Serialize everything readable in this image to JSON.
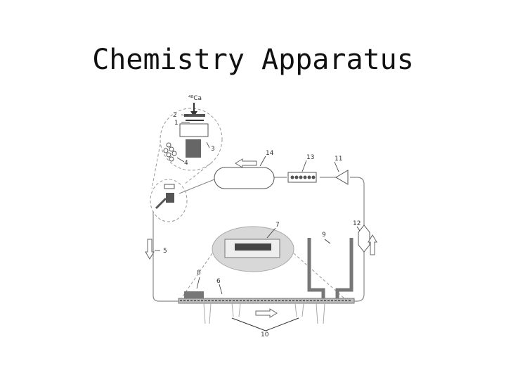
{
  "slide": {
    "title": "Chemistry Apparatus"
  },
  "diagram": {
    "labels": {
      "ca48": "⁴⁸Ca",
      "n1": "1",
      "n2": "2",
      "n3": "3",
      "n4": "4",
      "n5": "5",
      "n6": "6",
      "n7": "7",
      "n8": "8",
      "n9": "9",
      "n10": "10",
      "n11": "11",
      "n12": "12",
      "n13": "13",
      "n14": "14"
    }
  }
}
